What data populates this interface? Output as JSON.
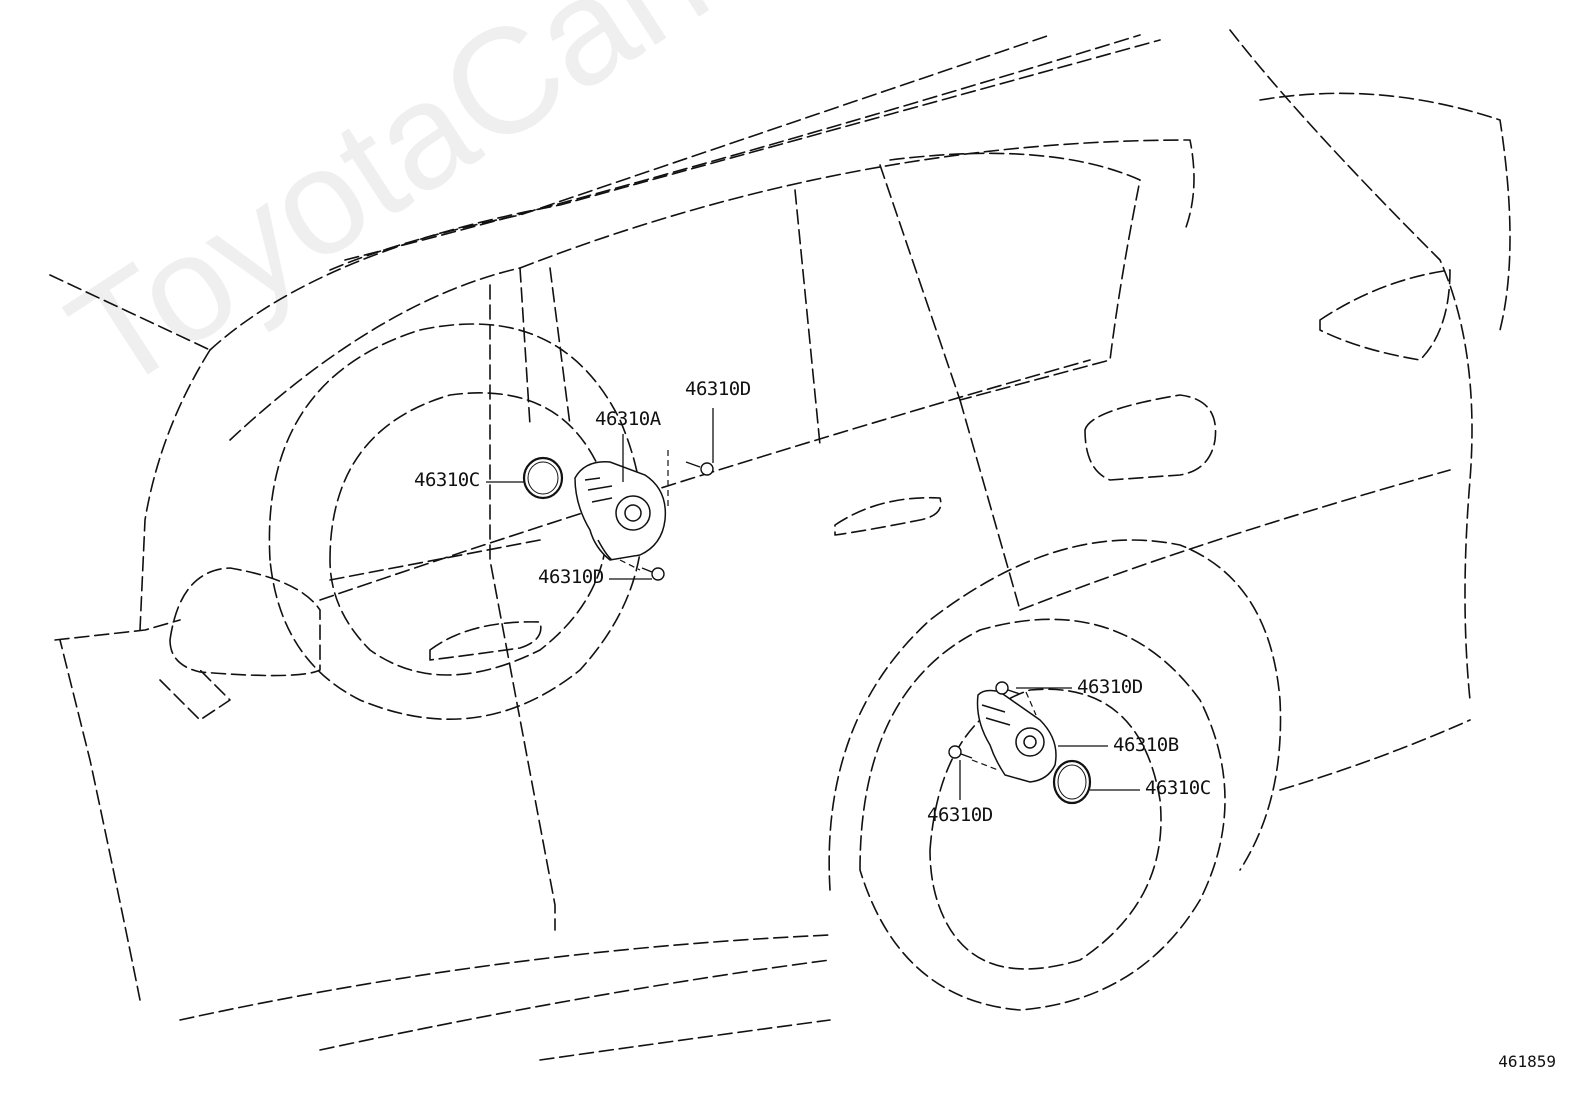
{
  "watermark": "ToyotaCarMine.ru",
  "diagram_code": "461859",
  "callouts": {
    "front_bolt_upper": "46310D",
    "front_motor": "46310A",
    "front_seal": "46310C",
    "front_bolt_lower": "46310D",
    "rear_bolt_upper": "46310D",
    "rear_motor": "46310B",
    "rear_seal": "46310C",
    "rear_bolt_lower": "46310D"
  }
}
